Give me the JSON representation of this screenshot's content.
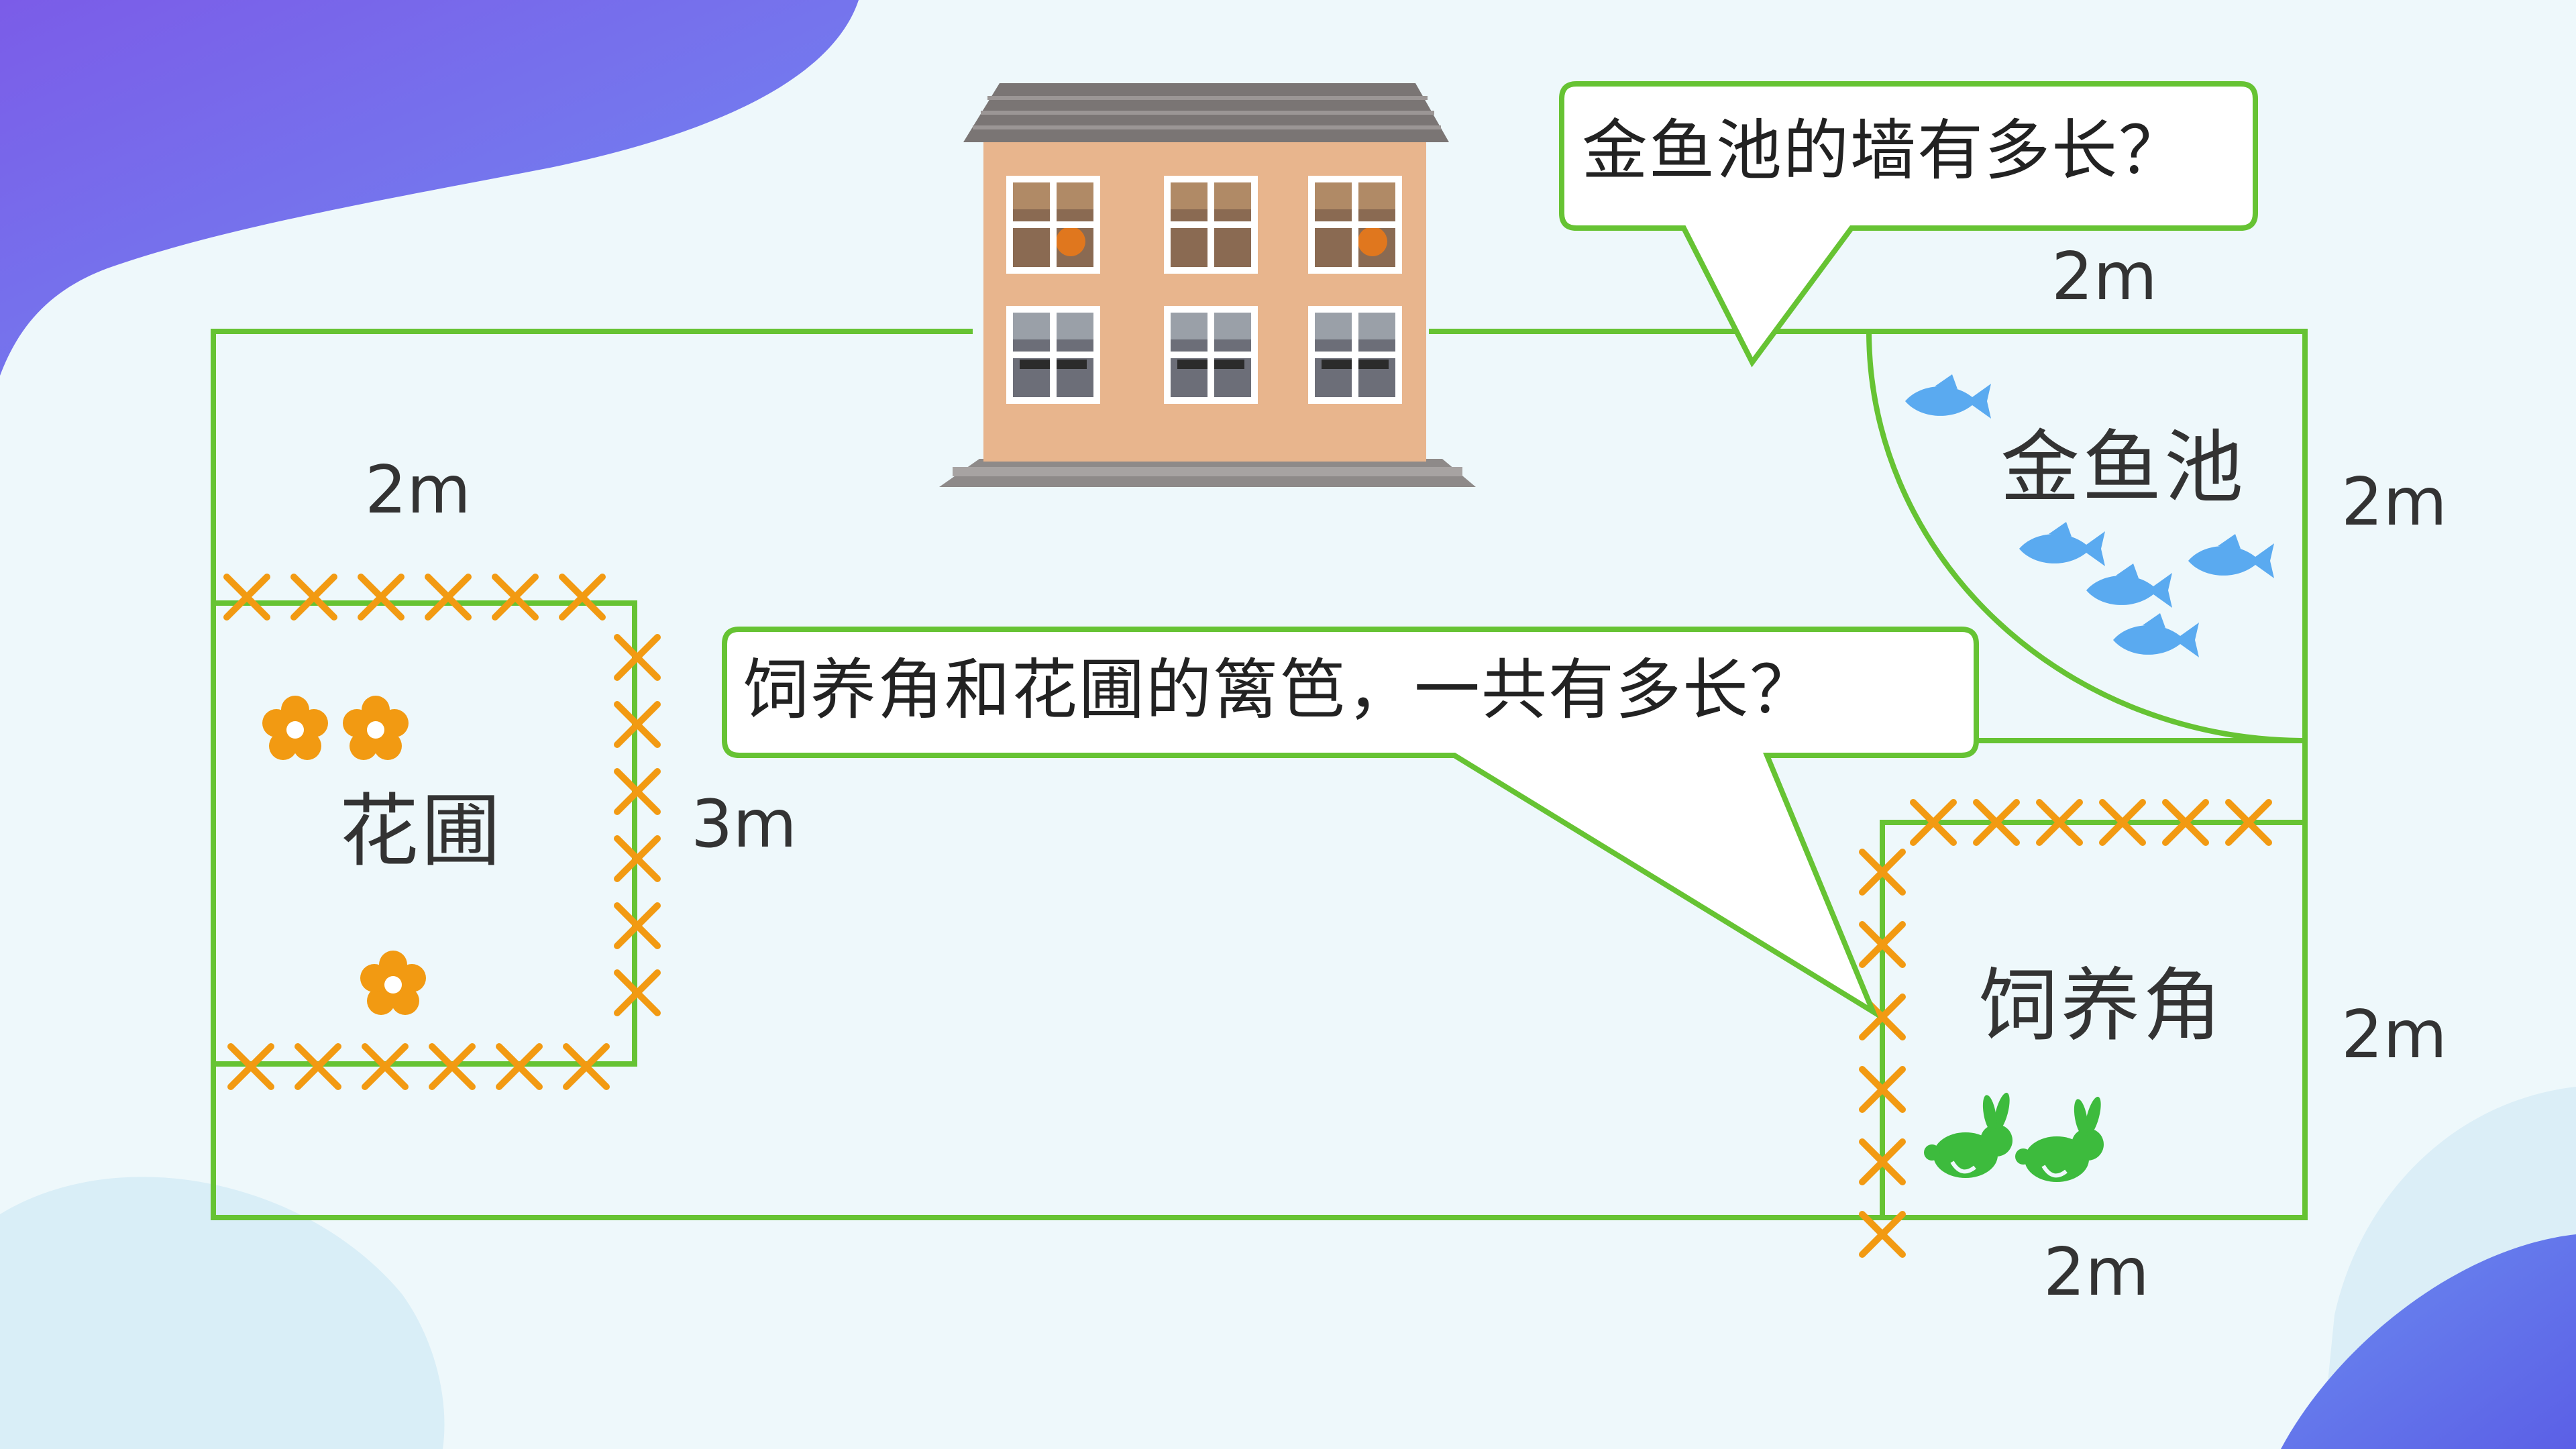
{
  "colors": {
    "line": "#66c333",
    "fence": "#f29a12",
    "flower": "#f29a12",
    "fish": "#5aaaf0",
    "rabbit": "#3dbb3d",
    "blob_left": "#7b5ce8",
    "blob_right": "#5f6ee9",
    "house_wall": "#e8b58d",
    "house_roof": "#7a7574",
    "background": "#eef8fb"
  },
  "bubbles": {
    "pond_question": "金鱼池的墙有多长？",
    "fence_question": "饲养角和花圃的篱笆，一共有多长？"
  },
  "areas": {
    "pond": "金鱼池",
    "garden": "花圃",
    "animal_corner": "饲养角"
  },
  "dimensions": {
    "pond_top": "2m",
    "pond_right": "2m",
    "garden_top": "2m",
    "garden_right": "3m",
    "corner_right": "2m",
    "corner_bottom": "2m"
  },
  "icons": {
    "house": "house-icon",
    "fish": "fish-icon",
    "flower": "flower-icon",
    "rabbit": "rabbit-icon",
    "fence": "fence-cross-icon"
  }
}
